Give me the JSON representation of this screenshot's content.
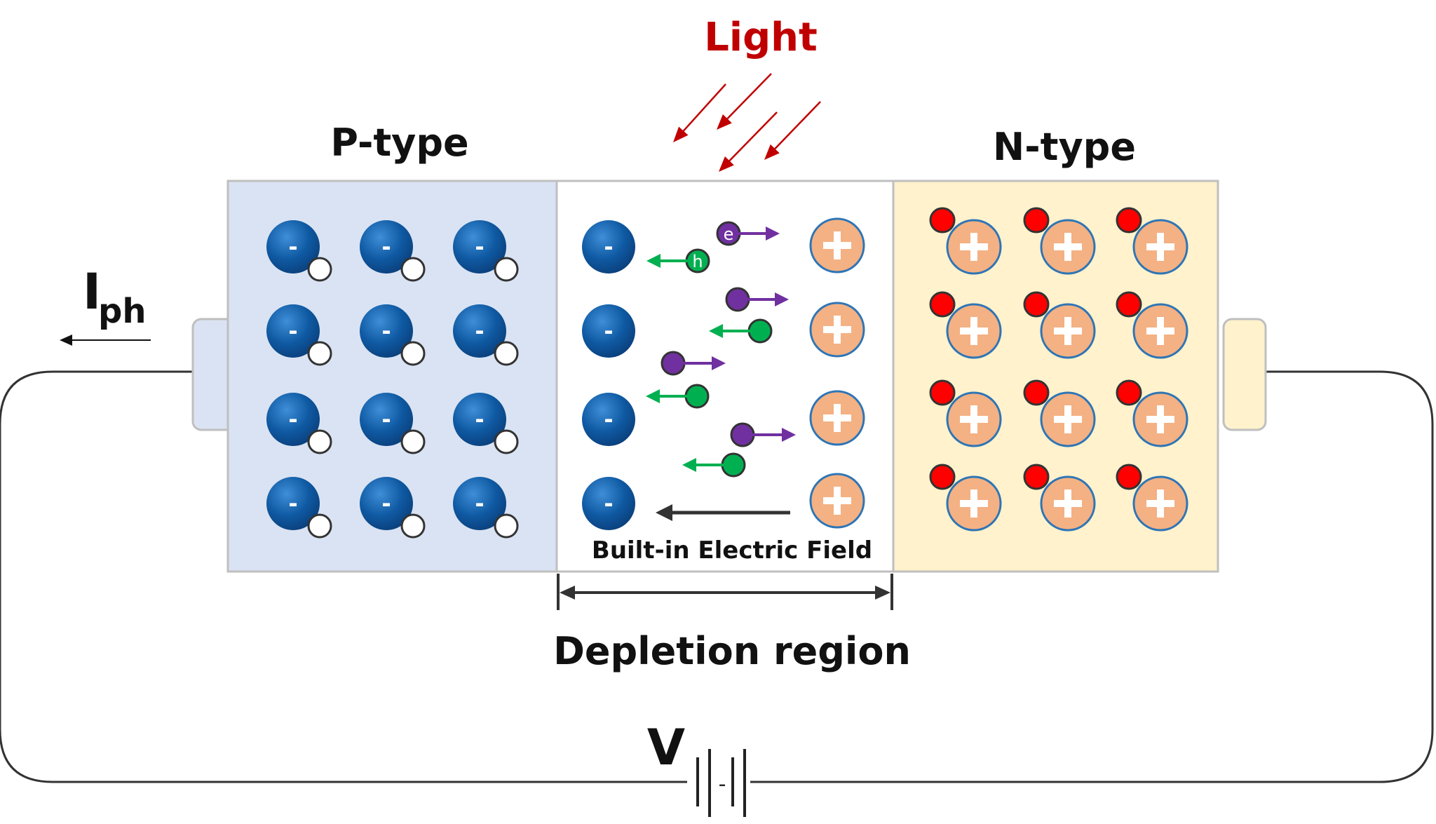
{
  "labels": {
    "light": "Light",
    "p_type": "P-type",
    "n_type": "N-type",
    "current_main": "I",
    "current_sub": "ph",
    "field": "Built-in Electric Field",
    "depletion": "Depletion region",
    "voltage": "V",
    "acceptor_sign": "-",
    "donor_sign": "+",
    "electron": "e",
    "hole": "h",
    "battery_sign": "-"
  },
  "colors": {
    "p_region": "#dae3f3",
    "n_region": "#fff2cc",
    "border": "#bfbfbf",
    "acceptor": "#0f5aa3",
    "donor": "#f4b183",
    "donor_ring": "#2e75b6",
    "electron_free": "#ff0000",
    "electron": "#7030a0",
    "hole": "#00b050",
    "light": "#c00000",
    "wire": "#333333"
  }
}
